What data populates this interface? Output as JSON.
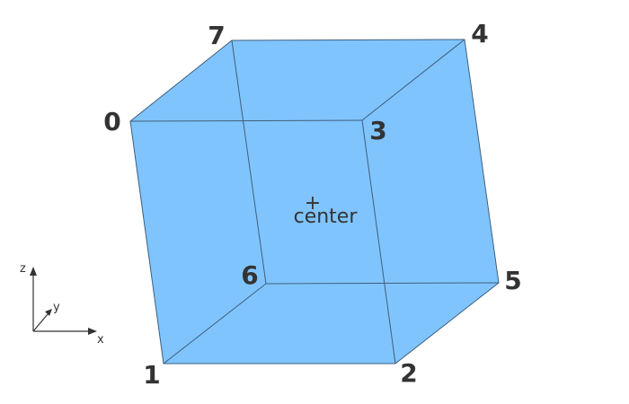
{
  "diagram": {
    "vertices": [
      {
        "id": "0",
        "label": "0"
      },
      {
        "id": "1",
        "label": "1"
      },
      {
        "id": "2",
        "label": "2"
      },
      {
        "id": "3",
        "label": "3"
      },
      {
        "id": "4",
        "label": "4"
      },
      {
        "id": "5",
        "label": "5"
      },
      {
        "id": "6",
        "label": "6"
      },
      {
        "id": "7",
        "label": "7"
      }
    ],
    "center_label": "center",
    "center_marker": "+",
    "axes": {
      "x": "x",
      "y": "y",
      "z": "z"
    },
    "colors": {
      "fill": "#80c4fd",
      "edge": "#3d5f7e",
      "text": "#333333"
    }
  }
}
